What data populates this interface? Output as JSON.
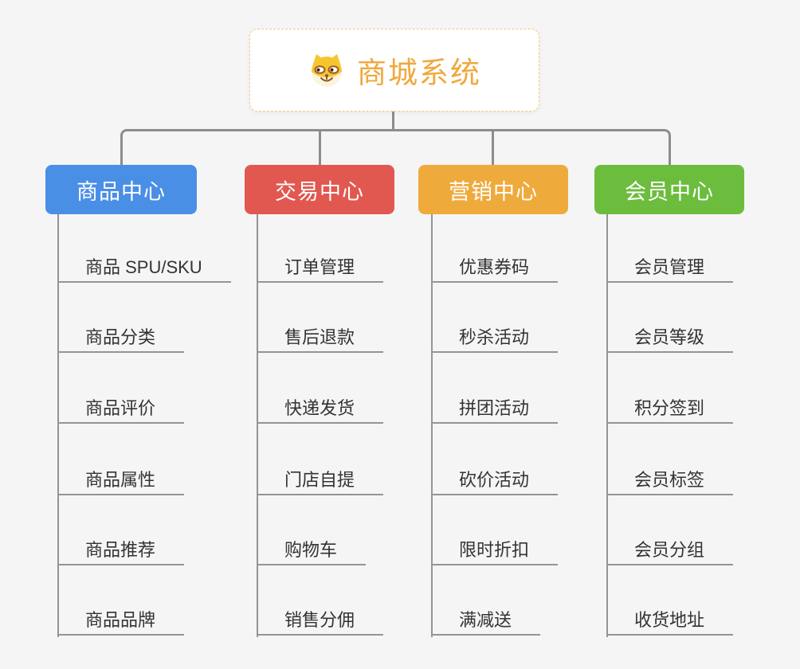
{
  "root": {
    "title": "商城系统",
    "icon": "dog-mascot"
  },
  "colors": {
    "background": "#f5f5f5",
    "root_text": "#f0a83c",
    "root_border": "#f6c87f",
    "connector": "#8d8d8d",
    "leaf_text": "#333333",
    "branch_blue": "#4a8fe6",
    "branch_red": "#e15850",
    "branch_orange": "#efaa3c",
    "branch_green": "#6cbd3e"
  },
  "branches": [
    {
      "label": "商品中心",
      "color": "#4a8fe6",
      "items": [
        "商品 SPU/SKU",
        "商品分类",
        "商品评价",
        "商品属性",
        "商品推荐",
        "商品品牌"
      ]
    },
    {
      "label": "交易中心",
      "color": "#e15850",
      "items": [
        "订单管理",
        "售后退款",
        "快递发货",
        "门店自提",
        "购物车",
        "销售分佣"
      ]
    },
    {
      "label": "营销中心",
      "color": "#efaa3c",
      "items": [
        "优惠券码",
        "秒杀活动",
        "拼团活动",
        "砍价活动",
        "限时折扣",
        "满减送"
      ]
    },
    {
      "label": "会员中心",
      "color": "#6cbd3e",
      "items": [
        "会员管理",
        "会员等级",
        "积分签到",
        "会员标签",
        "会员分组",
        "收货地址"
      ]
    }
  ]
}
